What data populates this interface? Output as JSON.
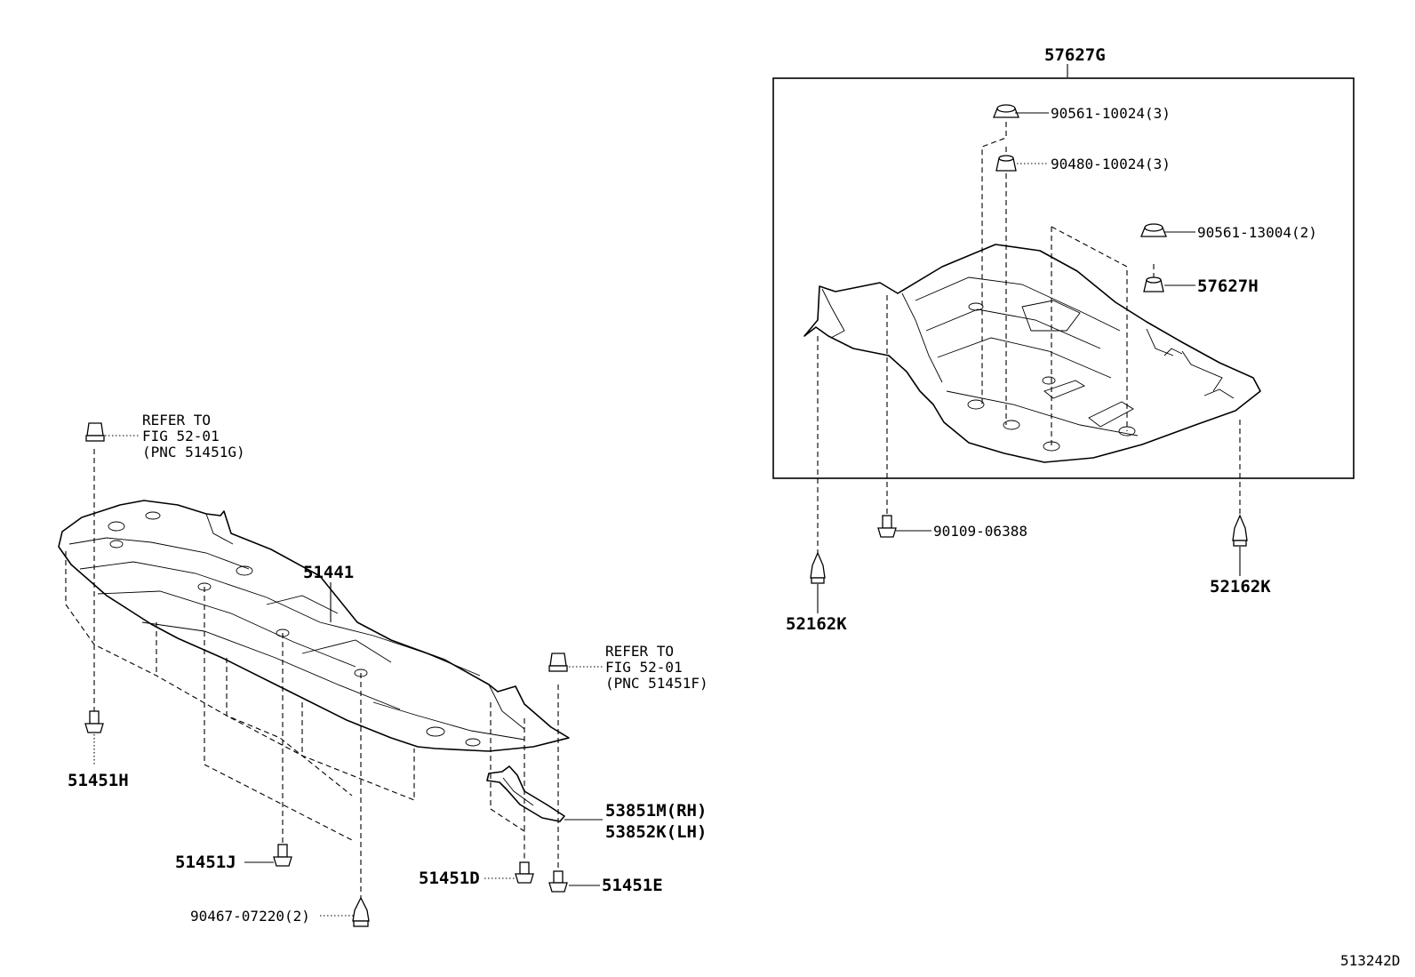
{
  "diagram": {
    "assembly_label": "57627G",
    "figure_code": "513242D",
    "main_cover_label": "51441",
    "parts": {
      "p90561_10024": "90561-10024(3)",
      "p90480_10024": "90480-10024(3)",
      "p90561_13004": "90561-13004(2)",
      "p57627h": "57627H",
      "p90109_06388": "90109-06388",
      "p52162k_left": "52162K",
      "p52162k_right": "52162K",
      "p51451h": "51451H",
      "p51451j": "51451J",
      "p51451d": "51451D",
      "p51451e": "51451E",
      "p90467_07220": "90467-07220(2)",
      "p53851m": "53851M(RH)",
      "p53852k": "53852K(LH)"
    },
    "refer_left": {
      "line1": "REFER TO",
      "line2": "FIG 52-01",
      "line3": "(PNC 51451G)"
    },
    "refer_right": {
      "line1": "REFER TO",
      "line2": "FIG 52-01",
      "line3": "(PNC 51451F)"
    }
  }
}
